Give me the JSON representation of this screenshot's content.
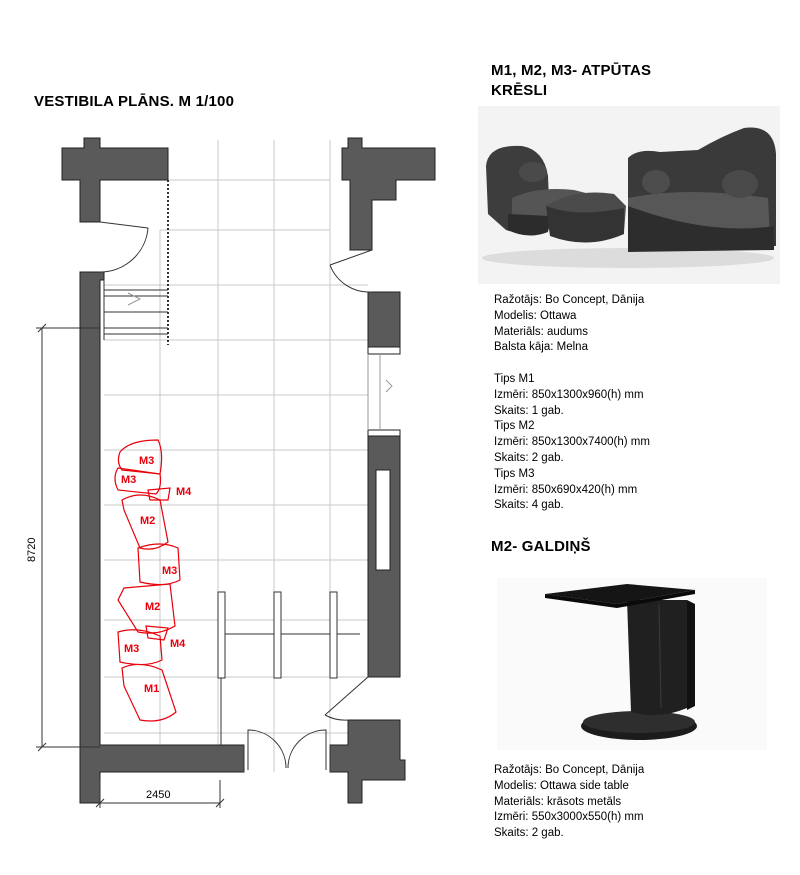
{
  "plan": {
    "title": "VESTIBILA PLĀNS. M 1/100",
    "dim_height": "8720",
    "dim_width": "2450",
    "labels": [
      {
        "key": "m3a",
        "text": "M3"
      },
      {
        "key": "m3b",
        "text": "M3"
      },
      {
        "key": "m4a",
        "text": "M4"
      },
      {
        "key": "m2a",
        "text": "M2"
      },
      {
        "key": "m3c",
        "text": "M3"
      },
      {
        "key": "m2b",
        "text": "M2"
      },
      {
        "key": "m4b",
        "text": "M4"
      },
      {
        "key": "m3d",
        "text": "M3"
      },
      {
        "key": "m1",
        "text": "M1"
      }
    ],
    "accent_color": "#e8000b",
    "wall_color": "#5a5a5a"
  },
  "chairs": {
    "title_line1": "M1, M2, M3- ATPŪTAS",
    "title_line2": "KRĒSLI",
    "photo_icon": "sofa-photo",
    "spec": [
      "Ražotājs: Bo Concept, Dānija",
      "Modelis: Ottawa",
      "Materiāls: audums",
      "Balsta kāja: Melna",
      "",
      "Tips M1",
      "Izmēri: 850x1300x960(h) mm",
      "Skaits: 1 gab.",
      "Tips M2",
      "Izmēri: 850x1300x7400(h) mm",
      "Skaits: 2 gab.",
      "Tips M3",
      "Izmēri: 850x690x420(h) mm",
      "Skaits: 4 gab."
    ]
  },
  "table": {
    "title": "M2- GALDIŅŠ",
    "photo_icon": "side-table-photo",
    "spec": [
      "Ražotājs: Bo Concept, Dānija",
      "Modelis: Ottawa side table",
      "Materiāls: krāsots metāls",
      "Izmēri: 550x3000x550(h) mm",
      "Skaits: 2 gab."
    ]
  }
}
